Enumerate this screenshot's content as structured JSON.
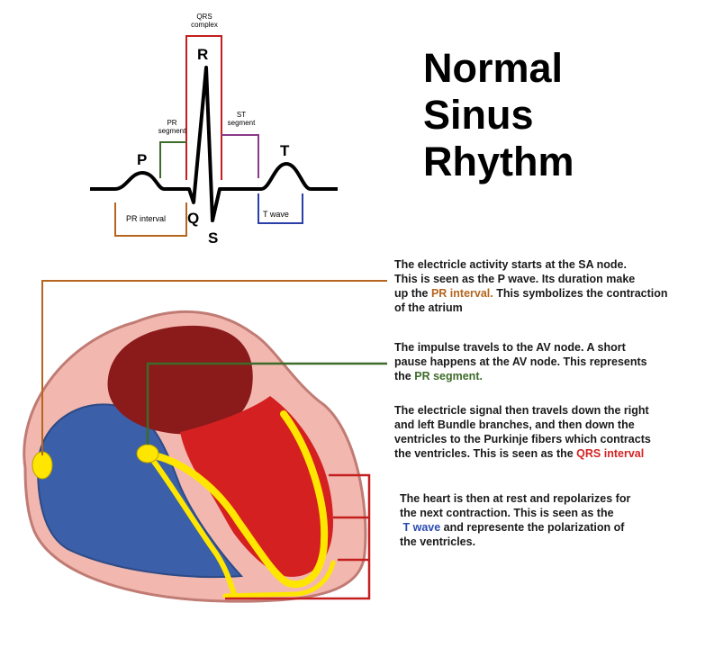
{
  "title": {
    "line1": "Normal",
    "line2": "Sinus",
    "line3": "Rhythm"
  },
  "ecg_labels": {
    "p": "P",
    "q": "Q",
    "r": "R",
    "s": "S",
    "t": "T",
    "qrs_complex_line1": "QRS",
    "qrs_complex_line2": "complex",
    "pr_segment_line1": "PR",
    "pr_segment_line2": "segment",
    "st_segment_line1": "ST",
    "st_segment_line2": "segment",
    "pr_interval": "PR interval",
    "t_wave": "T wave"
  },
  "descriptions": {
    "sa_node": {
      "line1": "The electricle activity starts at the SA node.",
      "line2": "This is seen as the P wave. Its duration make",
      "line3_pre": "up the ",
      "line3_highlight": "PR interval.",
      "line3_post": " This symbolizes the contraction",
      "line4": "of the atrium"
    },
    "av_node": {
      "line1": "The impulse travels to the AV node. A short",
      "line2": "pause happens at the AV node. This represents",
      "line3_pre": "the ",
      "line3_highlight": "PR segment."
    },
    "bundle": {
      "line1": "The electricle signal then travels down the right",
      "line2": "and left Bundle branches, and then down the",
      "line3": "ventricles to the Purkinje fibers which contracts",
      "line4_pre": "the ventricles. This is seen as the ",
      "line4_highlight": "QRS interval"
    },
    "rest": {
      "line1": "The heart is then at rest and repolarizes for",
      "line2": "the next contraction. This is seen as the",
      "line3_highlight": "T wave",
      "line3_post": " and represente the polarization of",
      "line4": "the ventricles."
    }
  },
  "colors": {
    "pr_interval": "#b5651d",
    "pr_segment": "#3d6b2a",
    "qrs": "#c41e1e",
    "st_segment": "#8b3a8b",
    "t_wave": "#2b3fa8",
    "node": "#ffe600",
    "atrium_blue": "#3b5fa8",
    "ventricle_red": "#d42020",
    "heart_wall": "#f2b8b0"
  }
}
